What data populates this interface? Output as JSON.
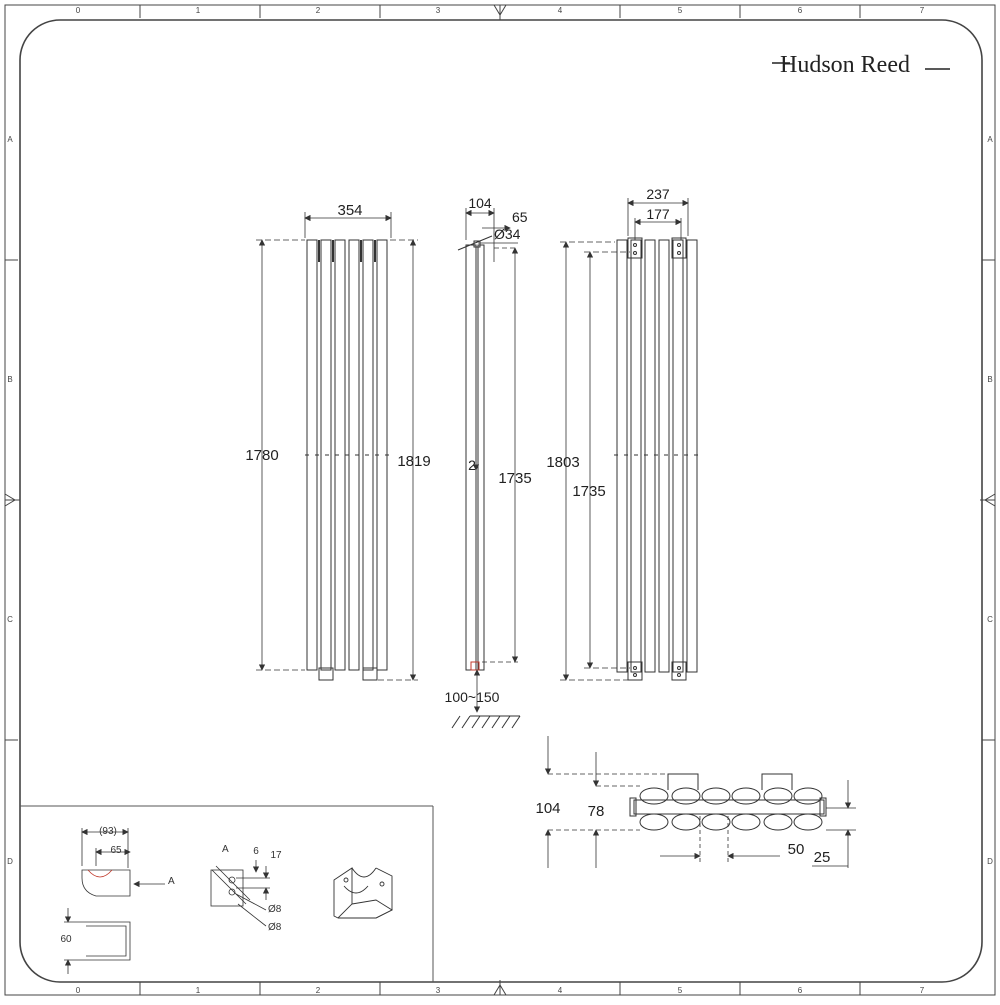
{
  "brand": {
    "name": "Hudson Reed"
  },
  "grid": {
    "columns": [
      "0",
      "1",
      "2",
      "3",
      "4",
      "5",
      "6",
      "7"
    ],
    "rows": [
      "A",
      "B",
      "C",
      "D"
    ]
  },
  "front_view": {
    "width": "354",
    "height_left": "1780",
    "height_right": "1819"
  },
  "side_view": {
    "depth": "104",
    "offset": "65",
    "pipe": "Ø34",
    "gap": "2",
    "centres": "1735",
    "floor": "100~150"
  },
  "rear_view": {
    "bracket_outer": "237",
    "bracket_inner": "177",
    "height": "1803",
    "centres": "1735"
  },
  "plan_view": {
    "depth_total": "104",
    "depth_inner": "78",
    "pitch": "50",
    "end": "25"
  },
  "bracket_detail": {
    "reach": "(93)",
    "inner": "65",
    "height": "60",
    "section_label": "A",
    "hole_offset": "6",
    "hole_spacing": "17",
    "hole_dia_1": "Ø8",
    "hole_dia_2": "Ø8"
  },
  "colors": {
    "line": "#333333",
    "frame": "#444444",
    "accent": "#c0392b"
  }
}
